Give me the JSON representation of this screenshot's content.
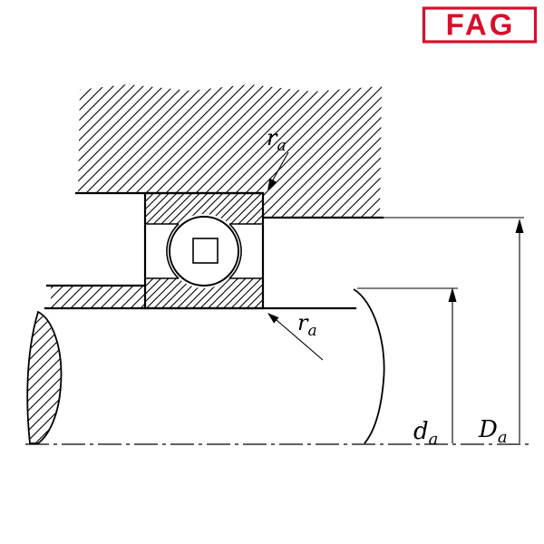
{
  "logo": {
    "text": "FAG"
  },
  "annotations": {
    "ra_top": {
      "base": "r",
      "sub": "a"
    },
    "ra_bottom": {
      "base": "r",
      "sub": "a"
    },
    "da": {
      "base": "d",
      "sub": "a"
    },
    "Da": {
      "base": "D",
      "sub": "a"
    }
  },
  "colors": {
    "brand_red": "#d60f2c",
    "line_black": "#000000",
    "background": "#ffffff"
  }
}
